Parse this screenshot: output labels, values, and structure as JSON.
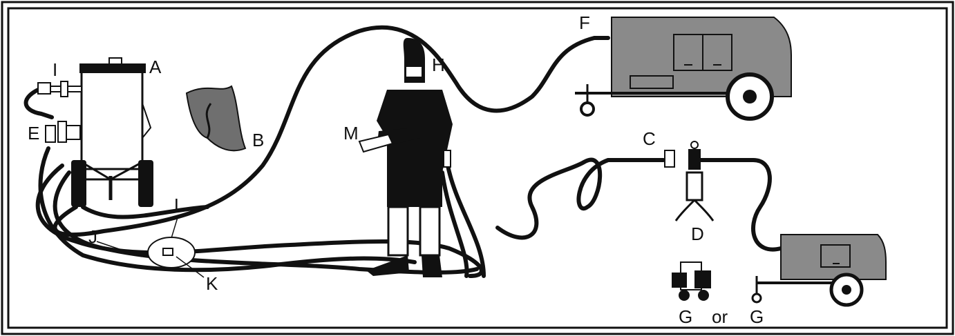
{
  "labels": {
    "A": "A",
    "B": "B",
    "C": "C",
    "D": "D",
    "E": "E",
    "F": "F",
    "G1": "G",
    "G2": "G",
    "or": "or",
    "H": "H",
    "I": "I",
    "J": "J",
    "K": "K",
    "L": "L",
    "M": "M"
  },
  "colors": {
    "line": "#111111",
    "equipment_gray": "#8a8a8a",
    "fabric_gray": "#6f6f6f",
    "frame": "#111111"
  }
}
